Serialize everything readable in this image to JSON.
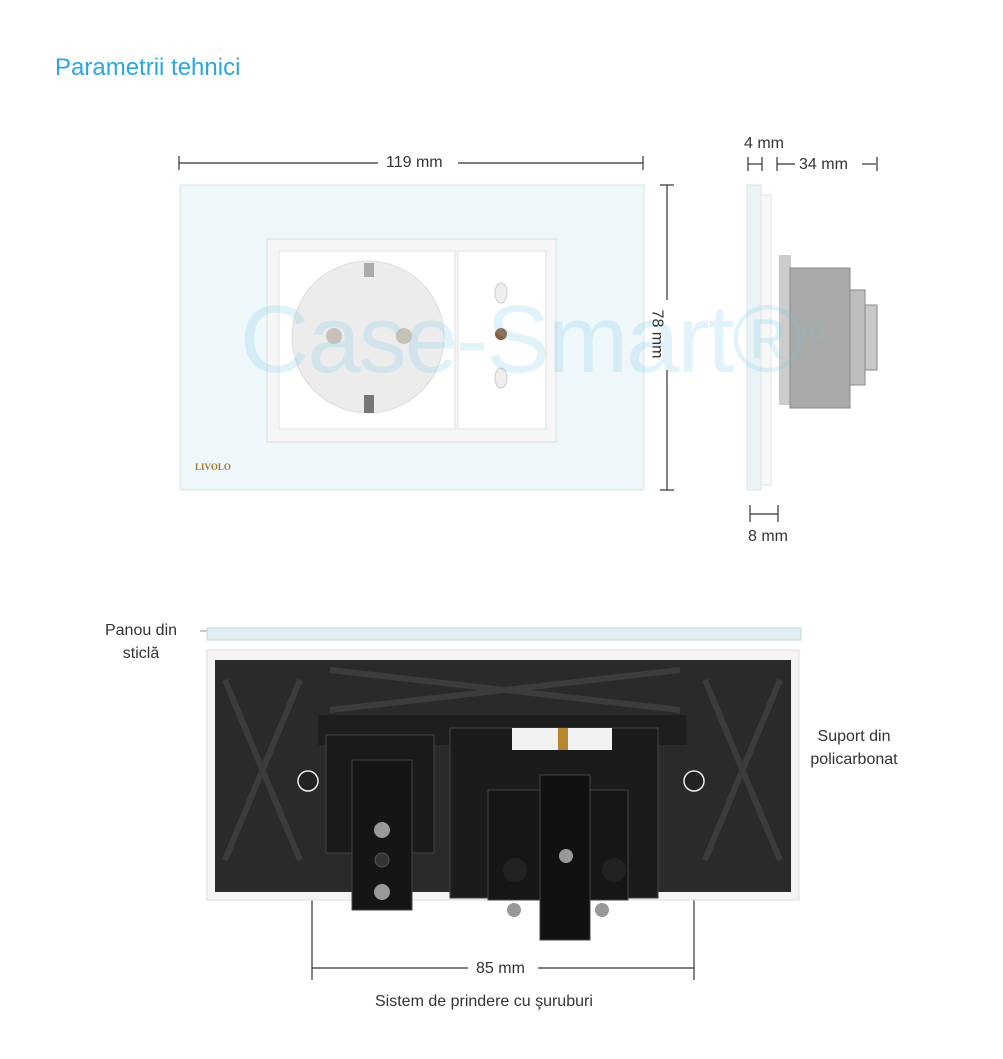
{
  "title": "Parametrii tehnici",
  "dimensions": {
    "width": "119 mm",
    "height": "78 mm",
    "glass": "4 mm",
    "depth": "34 mm",
    "frame": "8 mm",
    "mount": "85 mm"
  },
  "labels": {
    "glass_panel_l1": "Panou din",
    "glass_panel_l2": "sticlă",
    "support_l1": "Suport din",
    "support_l2": "policarbonat",
    "caption": "Sistem de prindere cu şuruburi"
  },
  "brand": "LIVOLO",
  "watermark": "Case-Smart®",
  "watermark_suffix": "ro"
}
